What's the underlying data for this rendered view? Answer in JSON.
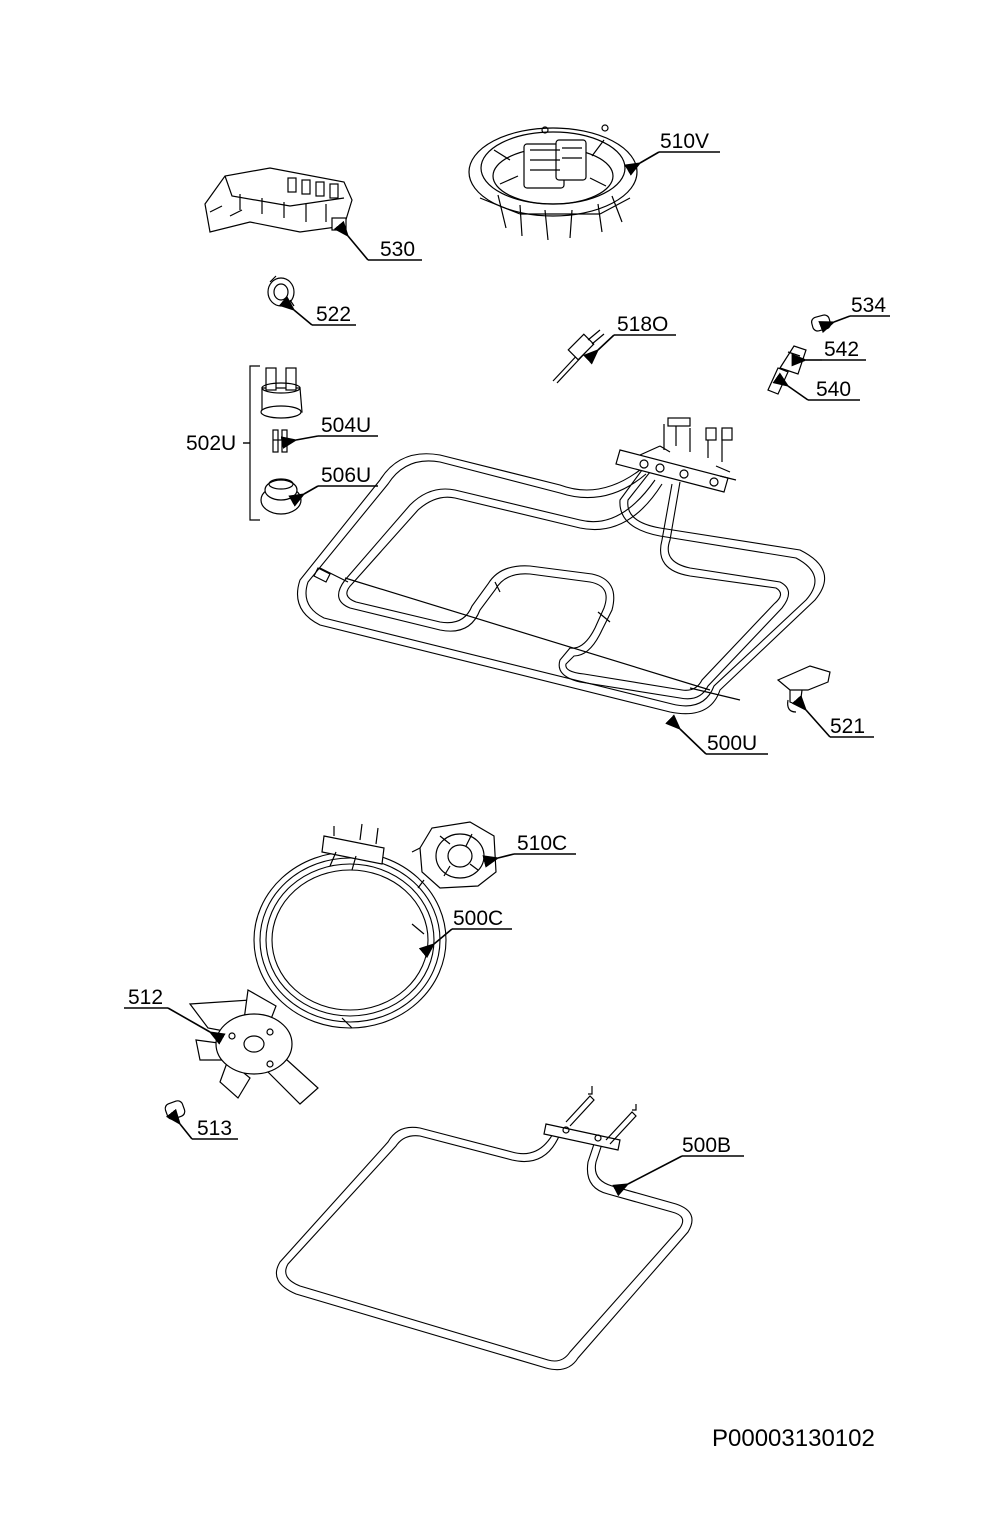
{
  "labels": {
    "p510V": "510V",
    "p530": "530",
    "p522": "522",
    "p518O": "518O",
    "p534": "534",
    "p542": "542",
    "p540": "540",
    "p502U": "502U",
    "p504U": "504U",
    "p506U": "506U",
    "p500U": "500U",
    "p521": "521",
    "p510C": "510C",
    "p500C": "500C",
    "p512": "512",
    "p513": "513",
    "p500B": "500B"
  },
  "reference_code": "P00003130102"
}
